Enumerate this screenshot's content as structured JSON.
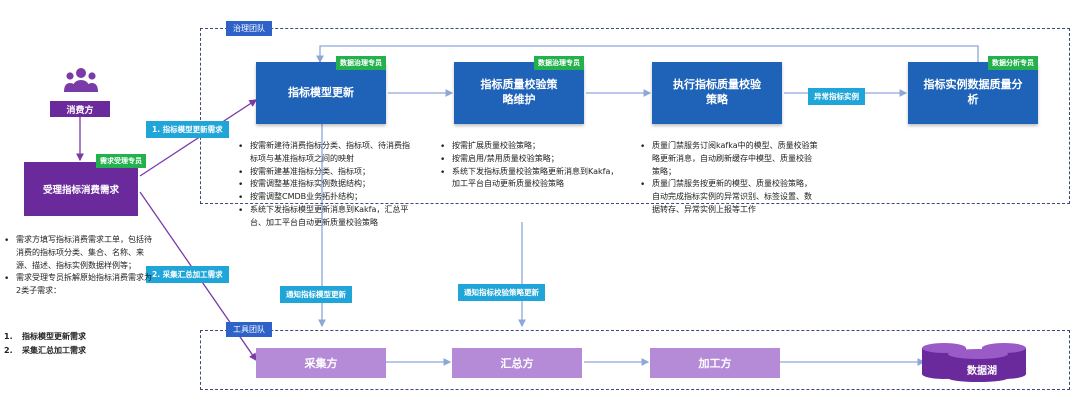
{
  "regions": {
    "governance": "治理团队",
    "tools": "工具团队"
  },
  "consumer": {
    "label": "消费方",
    "accept_box": "受理指标消费需求",
    "acceptor_role": "需求受理专员"
  },
  "flows": {
    "req1": "1. 指标模型更新需求",
    "req2": "2. 采集汇总加工需求",
    "abnormal": "异常指标实例",
    "notify_model": "通知指标模型更新",
    "notify_policy": "通知指标校验策略更新"
  },
  "process": {
    "model_update": "指标模型更新",
    "model_role": "数据治理专员",
    "policy": "指标质量校验策略维护",
    "policy_role": "数据治理专员",
    "exec": "执行指标质量校验策略",
    "analysis": "指标实例数据质量分析",
    "analysis_role": "数据分析专员"
  },
  "consumer_notes": [
    "需求方填写指标消费需求工单，包括待消费的指标项分类、集合、名称、来源、描述、指标实例数据样例等；",
    "需求受理专员拆解原始指标消费需求为2类子需求："
  ],
  "consumer_subs": [
    {
      "n": "1.",
      "text": "指标模型更新需求"
    },
    {
      "n": "2.",
      "text": "采集汇总加工需求"
    }
  ],
  "model_notes": [
    "按需新建待消费指标分类、指标项、待消费指标项与基准指标项之间的映射",
    "按需新建基准指标分类、指标项；",
    "按需调整基准指标实例数据结构；",
    "按需调整CMDB业务拓扑结构；",
    "系统下发指标模型更新消息到Kakfa，汇总平台、加工平台自动更新质量校验策略"
  ],
  "policy_notes": [
    "按需扩展质量校验策略；",
    "按需启用/禁用质量校验策略；",
    "系统下发指标质量校验策略更新消息到Kakfa，加工平台自动更新质量校验策略"
  ],
  "exec_notes": [
    "质量门禁服务订阅kafka中的模型、质量校验策略更新消息，自动刷新缓存中模型、质量校验策略；",
    "质量门禁服务按更新的模型、质量校验策略，自动完成指标实例的异常识别、标签设置、数据转存、异常实例上报等工作"
  ],
  "tools": {
    "collect": "采集方",
    "summary": "汇总方",
    "process": "加工方",
    "lake": "数据湖"
  },
  "colors": {
    "process_blue": "#1f63b8",
    "tool_purple": "#b58ad6",
    "consumer_purple": "#6a2a9c",
    "role_green": "#23b14d",
    "flow_cyan": "#1fa5d8",
    "line_blue": "#8da8d8"
  },
  "icons": {
    "consumer": "users-group-icon",
    "lake": "database-cylinders-icon"
  }
}
